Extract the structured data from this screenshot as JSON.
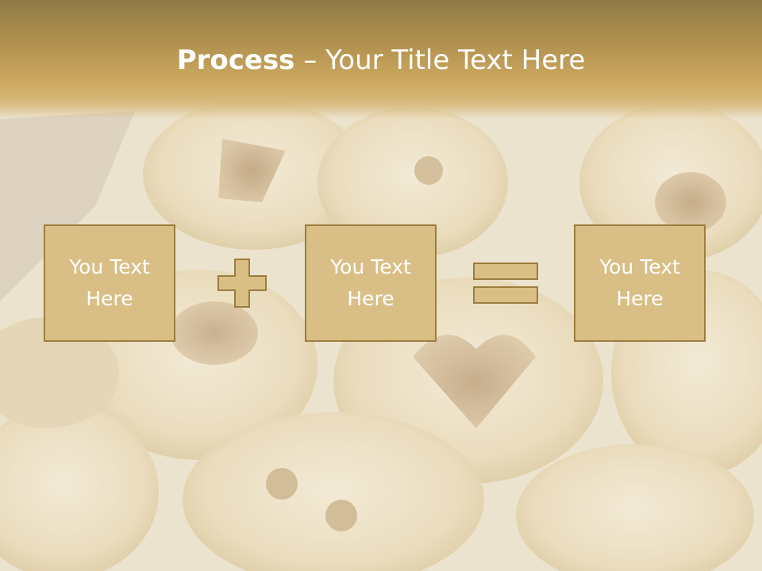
{
  "slide": {
    "title_bold": "Process",
    "title_rest": " – Your Title Text Here"
  },
  "process": {
    "box1": "You Text Here",
    "box2": "You Text Here",
    "box3": "You Text Here",
    "operator1_icon": "plus-icon",
    "operator2_icon": "equals-icon"
  },
  "colors": {
    "header": "#b0904f",
    "box_fill": "#d9bf86",
    "box_border": "#9b7d3f",
    "text": "#ffffff"
  }
}
